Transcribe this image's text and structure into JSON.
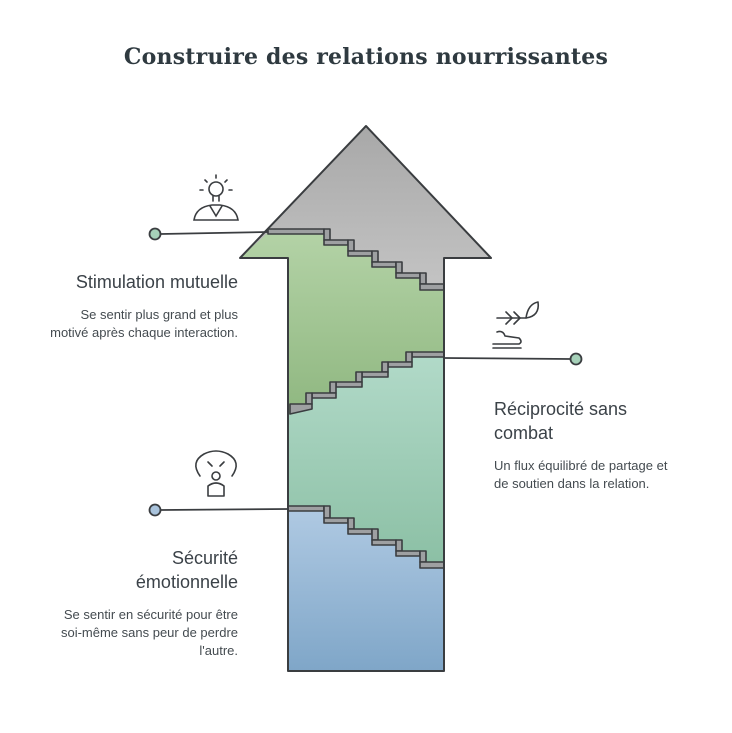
{
  "title": "Construire des relations nourrissantes",
  "colors": {
    "arrow_head": "#b3b3b3",
    "green_band": "#a6c99a",
    "mint_band": "#a7d2be",
    "blue_band": "#a3bfdb",
    "outline": "#3a3d40",
    "dot_green": "#a6d1b9",
    "dot_blue": "#a9c3dc"
  },
  "steps": [
    {
      "id": "stimulation",
      "title": "Stimulation mutuelle",
      "description": "Se sentir plus grand et plus motivé après chaque interaction.",
      "icon": "lightbulb-person-icon"
    },
    {
      "id": "reciprocite",
      "title": "Réciprocité sans combat",
      "description": "Un flux équilibré de partage et de soutien dans la relation.",
      "icon": "hand-branch-icon"
    },
    {
      "id": "securite",
      "title": "Sécurité émotionnelle",
      "description": "Se sentir en sécurité pour être soi-même sans peur de perdre l'autre.",
      "icon": "calm-person-icon"
    }
  ]
}
